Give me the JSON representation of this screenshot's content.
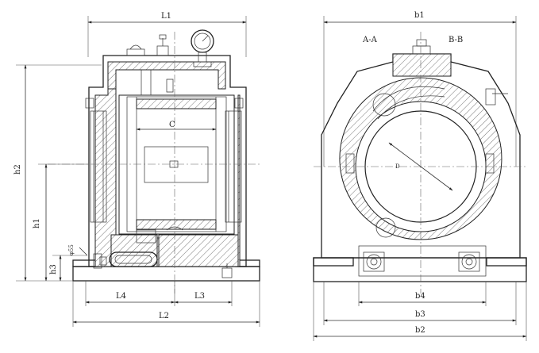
{
  "left_view": {
    "dims": {
      "L1": "L1",
      "L2": "L2",
      "L3": "L3",
      "L4": "L4",
      "h1": "h1",
      "h2": "h2",
      "h3": "h3",
      "C": "C",
      "phi55": "φ55"
    }
  },
  "right_view": {
    "section_a": "A-A",
    "section_b": "B-B",
    "dims": {
      "b1": "b1",
      "b2": "b2",
      "b3": "b3",
      "b4": "b4",
      "D": "D"
    }
  }
}
